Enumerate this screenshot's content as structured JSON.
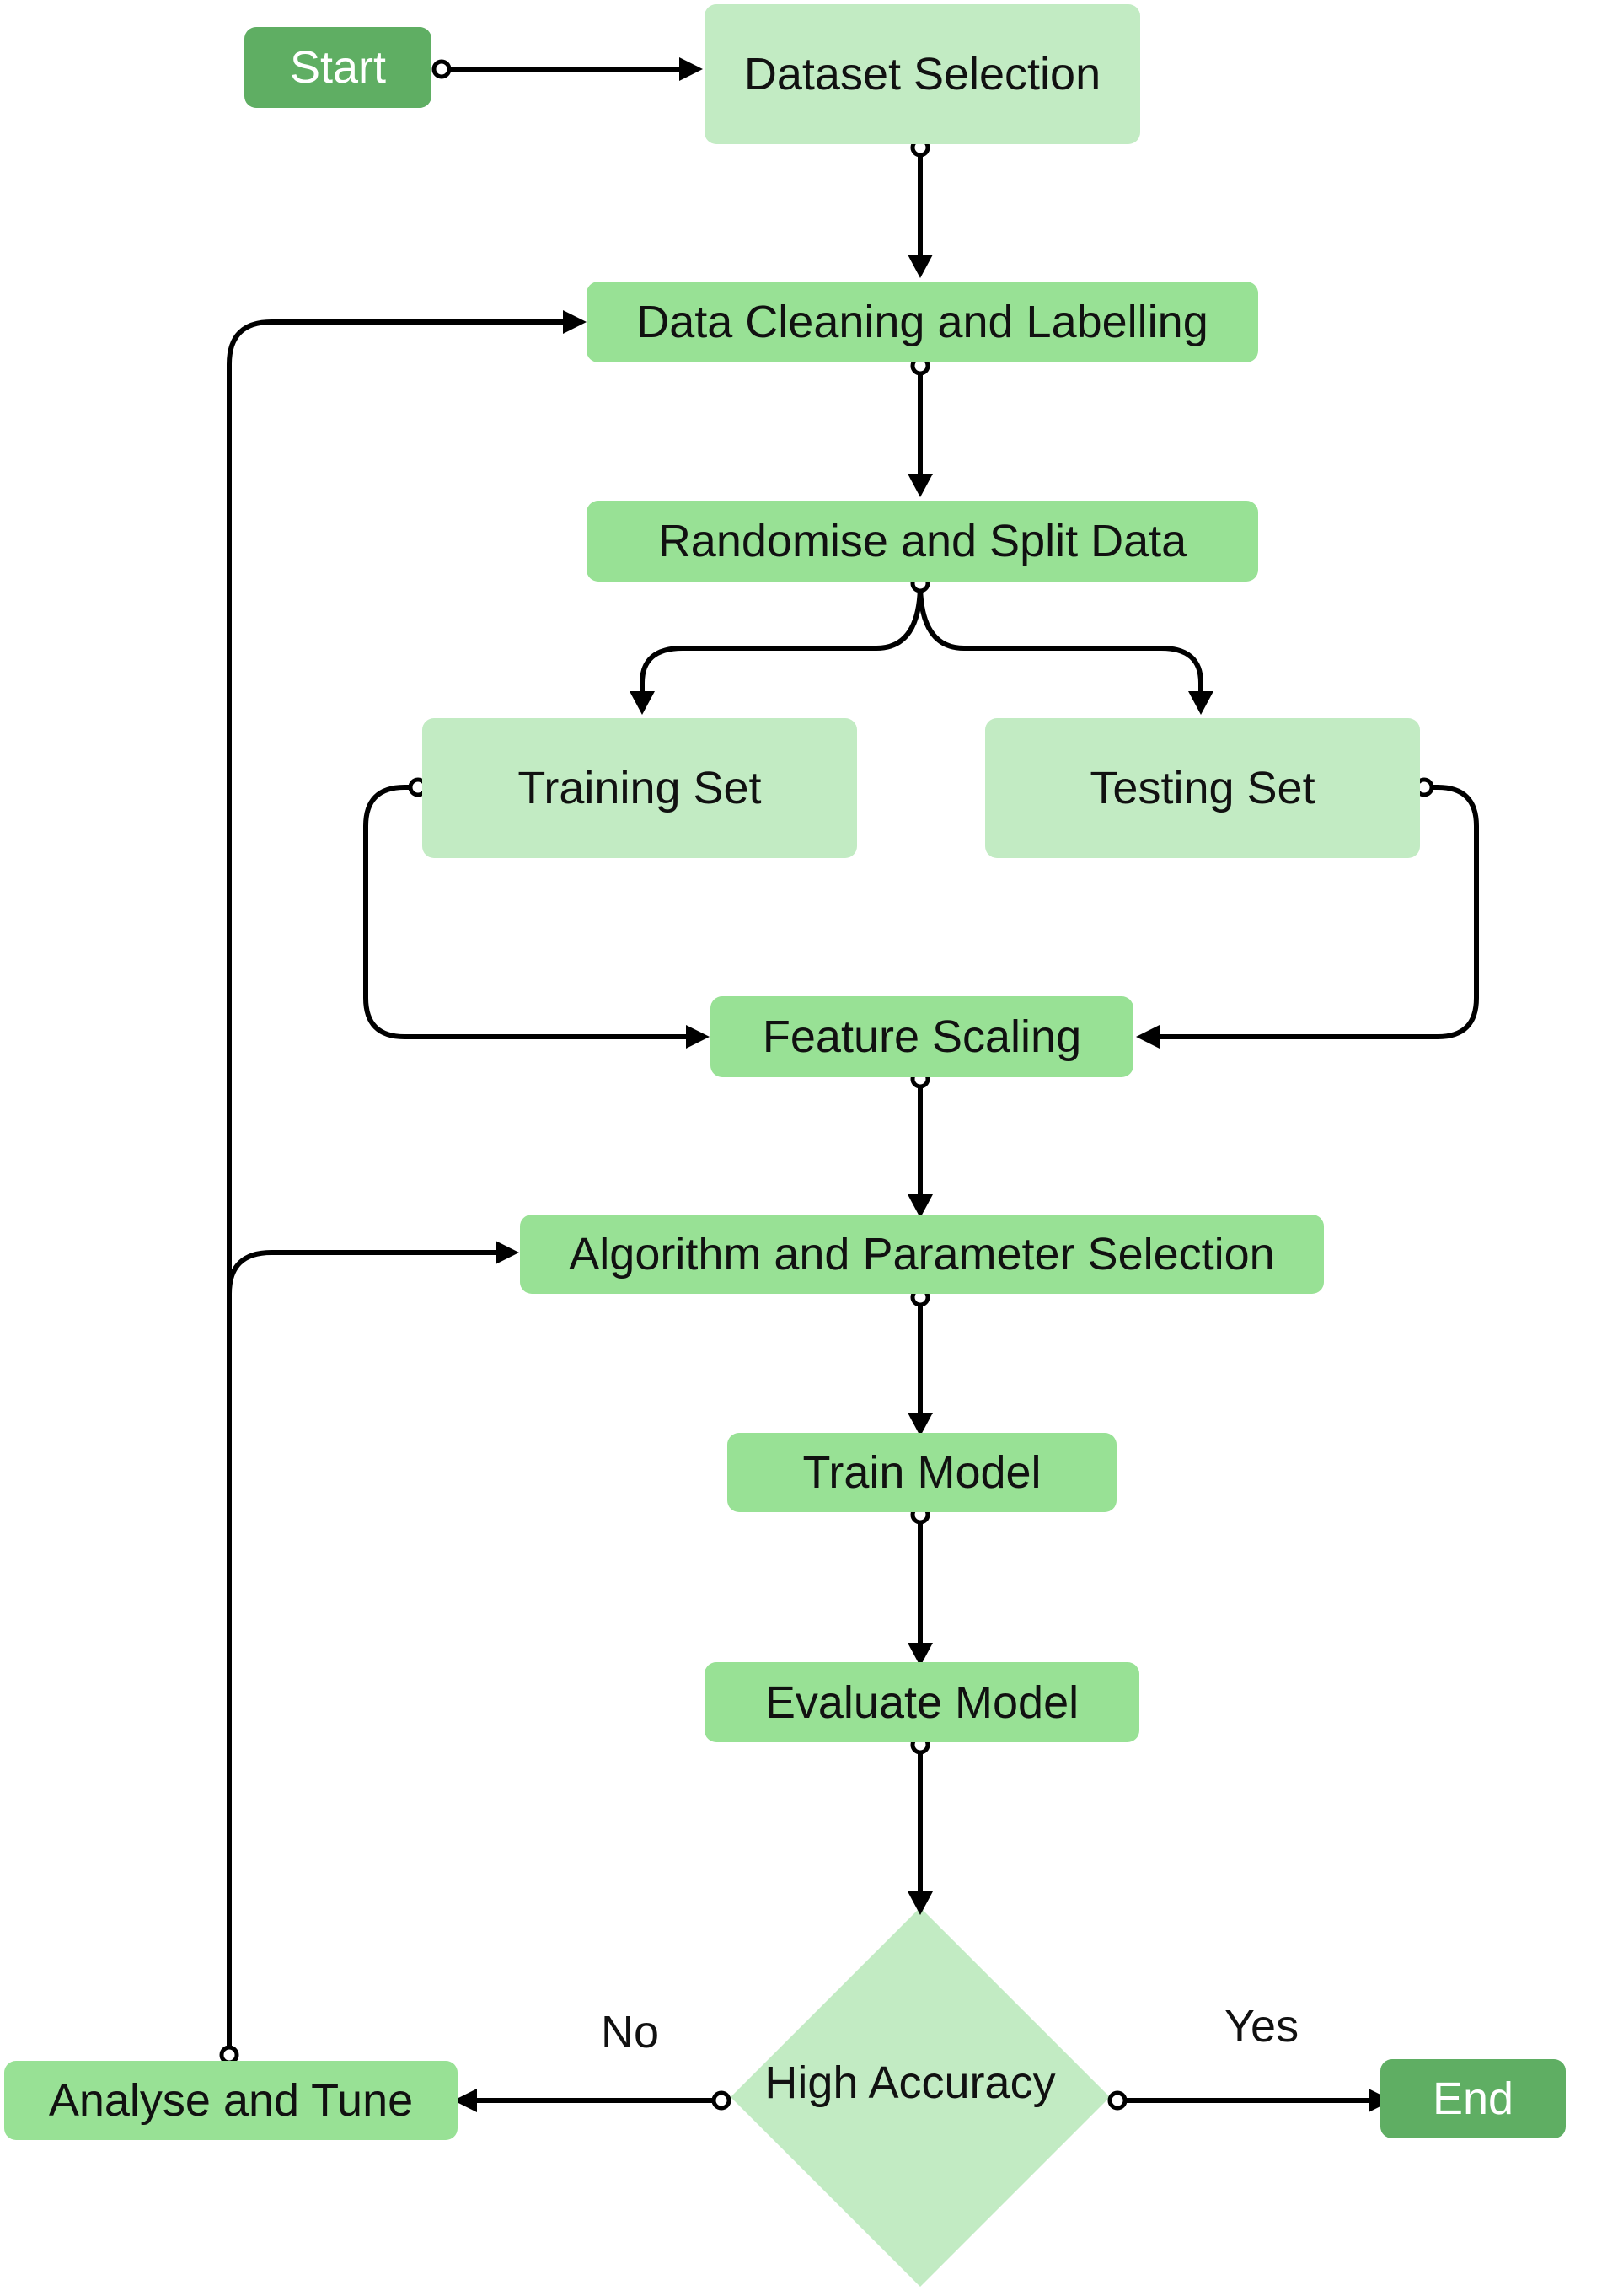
{
  "colors": {
    "terminal": "#5fae63",
    "process": "#98e195",
    "data": "#c2ebc3",
    "decision": "#c2ebc3",
    "line": "#000000"
  },
  "nodes": {
    "start": "Start",
    "dataset_selection": "Dataset Selection",
    "data_cleaning": "Data Cleaning and Labelling",
    "randomise_split": "Randomise and Split Data",
    "training_set": "Training Set",
    "testing_set": "Testing Set",
    "feature_scaling": "Feature Scaling",
    "algorithm_selection": "Algorithm and Parameter Selection",
    "train_model": "Train Model",
    "evaluate_model": "Evaluate Model",
    "decision": "High Accuracy",
    "analyse_tune": "Analyse and Tune",
    "end": "End"
  },
  "edge_labels": {
    "no": "No",
    "yes": "Yes"
  }
}
